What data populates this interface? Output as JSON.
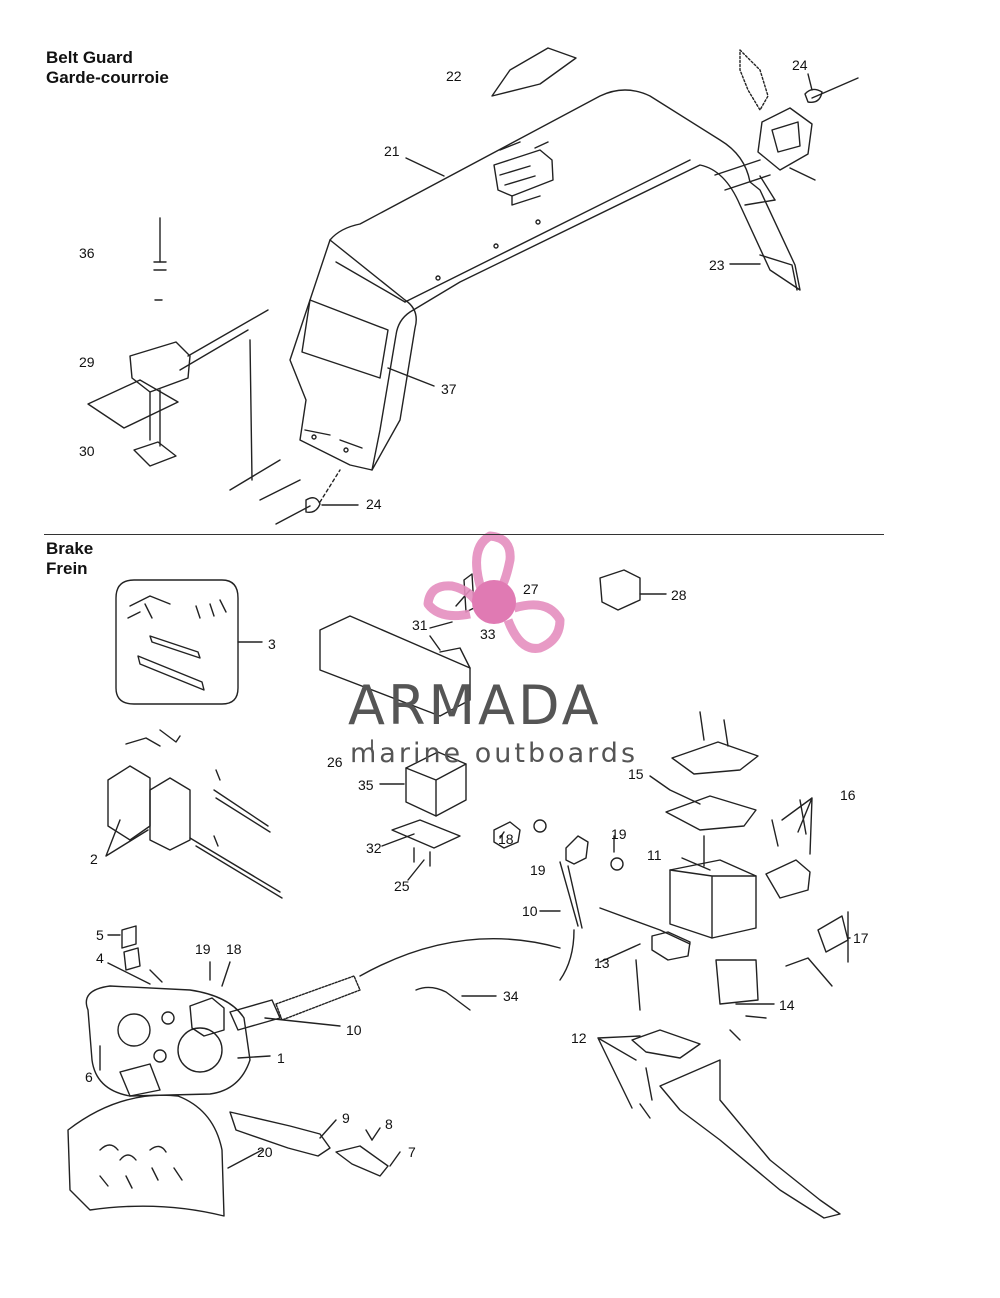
{
  "sections": {
    "belt_guard": {
      "title_en": "Belt Guard",
      "title_fr": "Garde-courroie"
    },
    "brake": {
      "title_en": "Brake",
      "title_fr": "Frein"
    }
  },
  "callouts": {
    "c22": "22",
    "c24a": "24",
    "c21": "21",
    "c36": "36",
    "c23": "23",
    "c29": "29",
    "c37": "37",
    "c30": "30",
    "c24b": "24",
    "c27": "27",
    "c28": "28",
    "c3": "3",
    "c31": "31",
    "c33": "33",
    "c26": "26",
    "c15": "15",
    "c16": "16",
    "c35": "35",
    "c19a": "19",
    "c18a": "18",
    "c11": "11",
    "c2": "2",
    "c32": "32",
    "c19b": "19",
    "c25": "25",
    "c10a": "10",
    "c17": "17",
    "c5": "5",
    "c19c": "19",
    "c18b": "18",
    "c13": "13",
    "c4": "4",
    "c34": "34",
    "c14": "14",
    "c10b": "10",
    "c12": "12",
    "c1": "1",
    "c6": "6",
    "c9": "9",
    "c8": "8",
    "c7": "7",
    "c20": "20"
  },
  "watermark": {
    "name": "ARMADA",
    "tagline": "marine outboards",
    "colors": {
      "logo": "#e58fbf",
      "logo_center": "#e07ab3",
      "text": "#555555"
    }
  }
}
